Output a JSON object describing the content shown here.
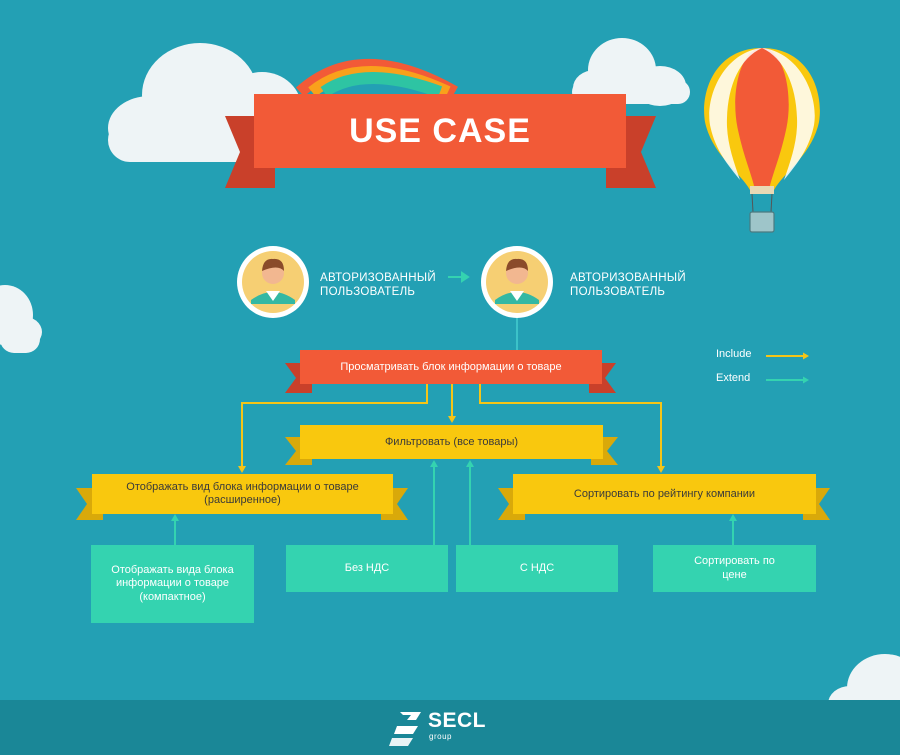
{
  "title": "USE CASE",
  "actors": [
    {
      "label": "Авторизованный пользователь"
    },
    {
      "label": "Авторизованный пользователь"
    }
  ],
  "legend": {
    "include": {
      "label": "Include",
      "color": "#f5c518"
    },
    "extend": {
      "label": "Extend",
      "color": "#34d3b0"
    }
  },
  "use_cases": {
    "view_product_info": "Просматривать блок информации о товаре",
    "filter_all": "Фильтровать (все товары)",
    "display_extended": "Отображать вид блока информации о товаре (расширенное)",
    "sort_by_rating": "Сортировать по рейтингу компании"
  },
  "extensions": {
    "display_compact": "Отображать вида блока информации о товаре (компактное)",
    "without_vat": "Без НДС",
    "with_vat": "С НДС",
    "sort_by_price": "Сортировать по цене"
  },
  "footer": {
    "logo": "SECL",
    "logo_sub": "group"
  },
  "colors": {
    "background": "#23a0b4",
    "title_ribbon": "#f25a37",
    "use_case_red": "#f25a37",
    "use_case_yellow": "#f9c80e",
    "extension_green": "#34d3b0",
    "footer": "#1a8797"
  }
}
